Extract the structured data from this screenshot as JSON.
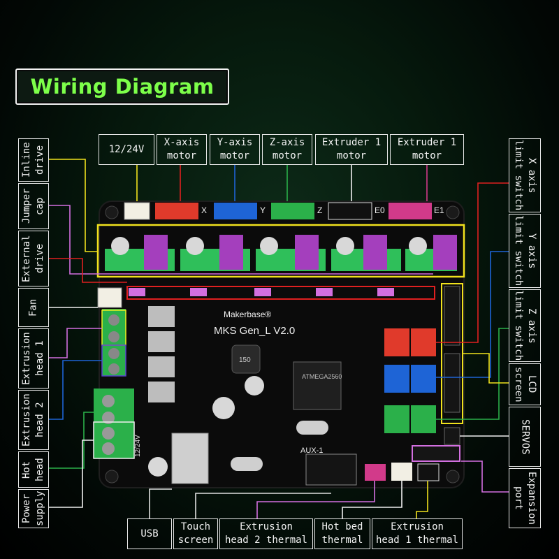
{
  "title": "Wiring Diagram",
  "labels": {
    "top": [
      {
        "line1": "12/24V"
      },
      {
        "line1": "X-axis",
        "line2": "motor"
      },
      {
        "line1": "Y-axis",
        "line2": "motor"
      },
      {
        "line1": "Z-axis",
        "line2": "motor"
      },
      {
        "line1": "Extruder 1",
        "line2": "motor"
      },
      {
        "line1": "Extruder 1",
        "line2": "motor"
      }
    ],
    "left": [
      {
        "line1": "Inline",
        "line2": "drive"
      },
      {
        "line1": "Jumper",
        "line2": "cap"
      },
      {
        "line1": "External",
        "line2": "drive"
      },
      {
        "line1": "Fan"
      },
      {
        "line1": "Extrusion",
        "line2": "head 1"
      },
      {
        "line1": "Extrusion",
        "line2": "head 2"
      },
      {
        "line1": "Hot",
        "line2": "head"
      },
      {
        "line1": "Power",
        "line2": "supply"
      }
    ],
    "right": [
      {
        "line1": "X axis",
        "line2": "limit switch"
      },
      {
        "line1": "Y axis",
        "line2": "limit switch"
      },
      {
        "line1": "Z axis",
        "line2": "limit switch"
      },
      {
        "line1": "LCD",
        "line2": "screen"
      },
      {
        "line1": "SERVOS"
      },
      {
        "line1": "Expansion",
        "line2": "port"
      }
    ],
    "bottom": [
      {
        "line1": "USB"
      },
      {
        "line1": "Touch",
        "line2": "screen"
      },
      {
        "line1": "Extrusion",
        "line2": "head 2 thermal"
      },
      {
        "line1": "Hot bed",
        "line2": "thermal"
      },
      {
        "line1": "Extrusion",
        "line2": "head 1 thermal"
      }
    ]
  },
  "board": {
    "brand": "Makerbase®",
    "model": "MKS  Gen_L V2.0",
    "mcu": "ATMEGA2560",
    "inductor": "150",
    "silk": {
      "x": "X",
      "y": "Y",
      "z": "Z",
      "e0": "E0",
      "e1": "E1",
      "aux": "AUX-1",
      "volt": "12/24V"
    }
  },
  "colors": {
    "title_text": "#7dff4a",
    "background": "#061a0d",
    "red": "#e02020",
    "blue": "#1e64d6",
    "green": "#2bb04a",
    "yellow": "#f0e21d",
    "magenta": "#d36fe0",
    "white": "#f0f0f0"
  }
}
